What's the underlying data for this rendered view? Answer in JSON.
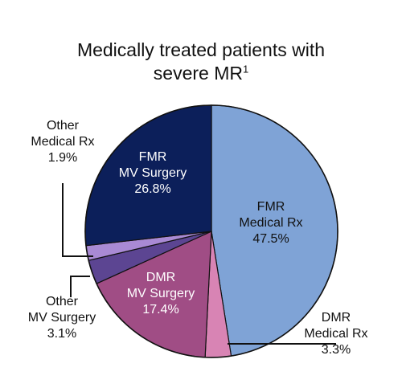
{
  "chart_data": {
    "type": "pie",
    "title": "Medically treated patients with",
    "title_line2": "severe MR",
    "title_superscript": "1",
    "slices": [
      {
        "name": "FMR",
        "name2": "Medical Rx",
        "value": 47.5,
        "label": "47.5%",
        "color": "#7fa3d6",
        "label_color": "#111111",
        "label_position": "inside"
      },
      {
        "name": "DMR",
        "name2": "Medical Rx",
        "value": 3.3,
        "label": "3.3%",
        "color": "#d884b4",
        "label_color": "#111111",
        "label_position": "outside"
      },
      {
        "name": "DMR",
        "name2": "MV Surgery",
        "value": 17.4,
        "label": "17.4%",
        "color": "#a04d85",
        "label_color": "#ffffff",
        "label_position": "inside"
      },
      {
        "name": "Other",
        "name2": "MV Surgery",
        "value": 3.1,
        "label": "3.1%",
        "color": "#5c4592",
        "label_color": "#111111",
        "label_position": "outside"
      },
      {
        "name": "Other",
        "name2": "Medical Rx",
        "value": 1.9,
        "label": "1.9%",
        "color": "#a98ad4",
        "label_color": "#111111",
        "label_position": "outside"
      },
      {
        "name": "FMR",
        "name2": "MV Surgery",
        "value": 26.8,
        "label": "26.8%",
        "color": "#0c1f5a",
        "label_color": "#ffffff",
        "label_position": "inside"
      }
    ]
  }
}
